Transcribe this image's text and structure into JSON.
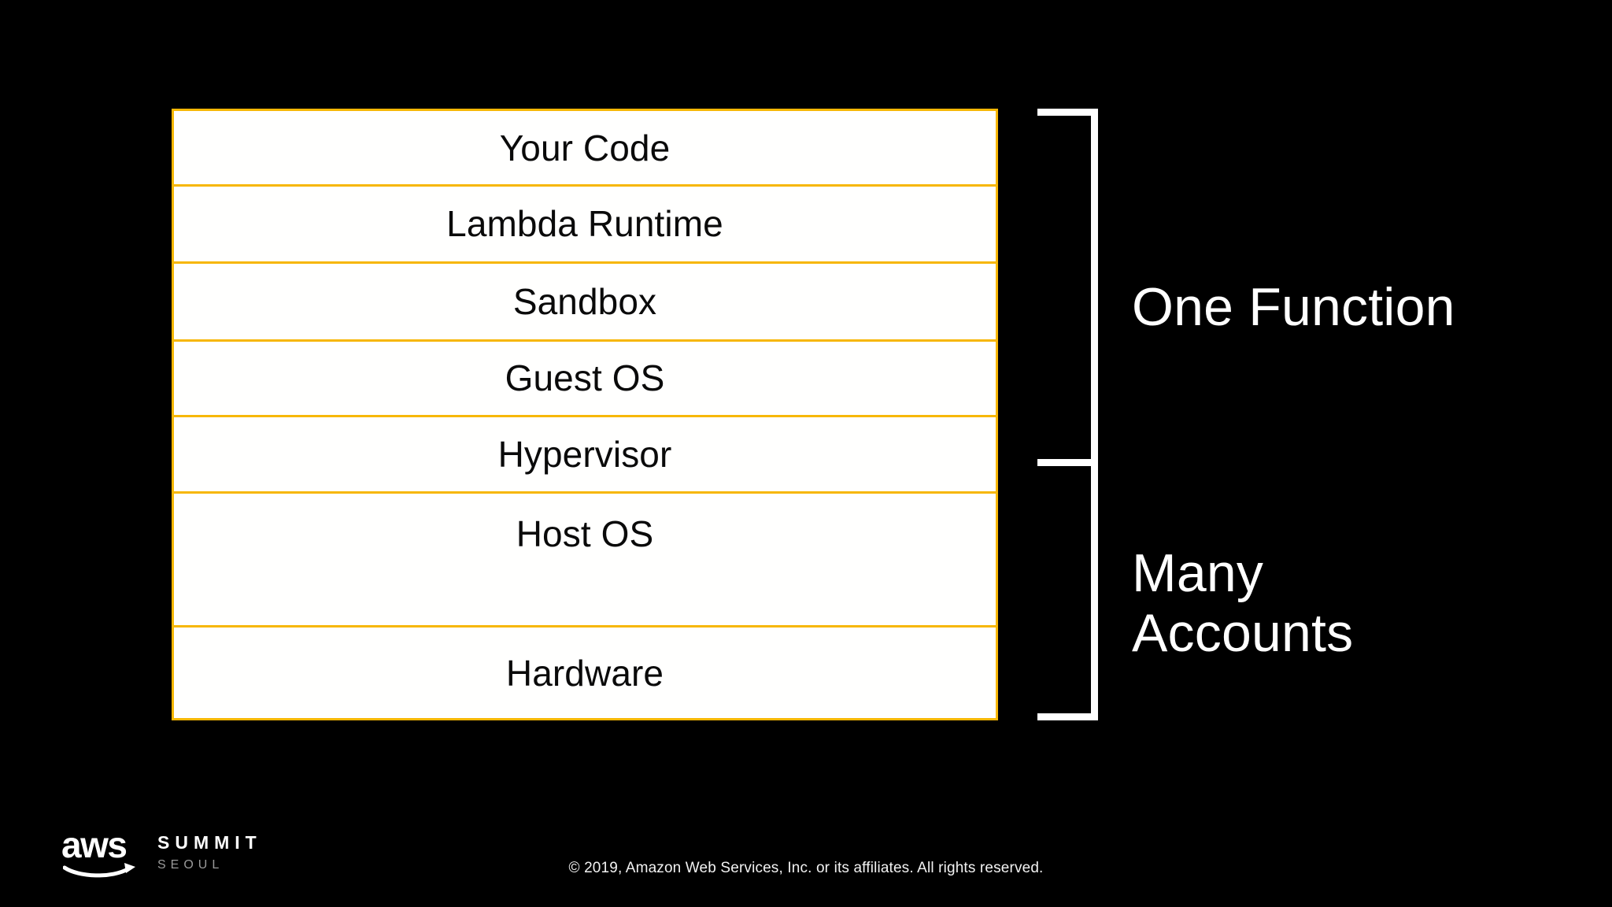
{
  "slide": {
    "background_color": "#000000",
    "accent_color": "#f7b705",
    "text_color_on_dark": "#ffffff",
    "text_color_on_light": "#0a0a0a"
  },
  "stack": {
    "name": "lambda-execution-environment-stack",
    "layers": [
      {
        "id": "your-code",
        "label": "Your Code"
      },
      {
        "id": "lambda-runtime",
        "label": "Lambda Runtime"
      },
      {
        "id": "sandbox",
        "label": "Sandbox"
      },
      {
        "id": "guest-os",
        "label": "Guest OS"
      },
      {
        "id": "hypervisor",
        "label": "Hypervisor"
      },
      {
        "id": "host-os",
        "label": "Host OS"
      },
      {
        "id": "hardware",
        "label": "Hardware"
      }
    ]
  },
  "groups": [
    {
      "id": "one-function",
      "label": "One Function"
    },
    {
      "id": "many-accounts",
      "label": "Many\nAccounts",
      "line1": "Many",
      "line2": "Accounts"
    }
  ],
  "footer": {
    "copyright": "© 2019, Amazon Web Services, Inc. or its affiliates. All rights reserved."
  },
  "logo": {
    "wordmark": "aws",
    "summit": "SUMMIT",
    "city": "SEOUL"
  }
}
